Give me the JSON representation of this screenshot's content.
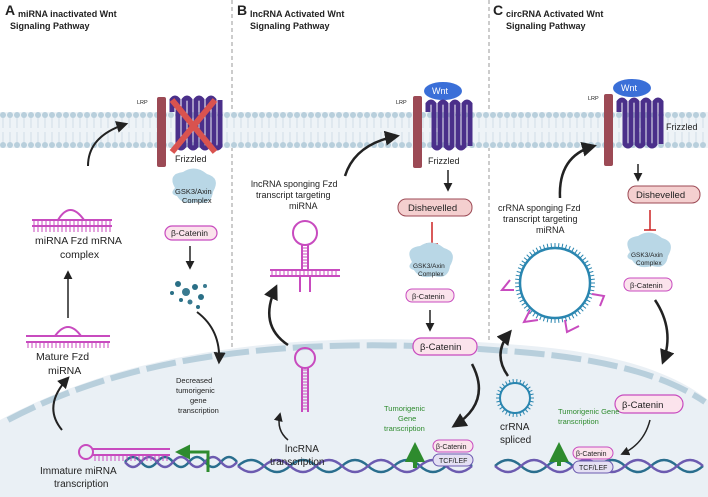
{
  "panels": [
    {
      "letter": "A",
      "title_line1": "miRNA inactivated Wnt",
      "title_line2": "Signaling Pathway",
      "lrp": "LRP",
      "frizzled": "Frizzled",
      "gsk_line1": "GSK3/Axin",
      "gsk_line2": "Complex",
      "catenin": "β-Catenin",
      "complex_line1": "miRNA Fzd mRNA",
      "complex_line2": "complex",
      "mature_line1": "Mature Fzd",
      "mature_line2": "miRNA",
      "decreased_line1": "Decreased",
      "decreased_line2": "tumorigenic",
      "decreased_line3": "gene",
      "decreased_line4": "transcription",
      "immature_line1": "Immature miRNA",
      "immature_line2": "transcription"
    },
    {
      "letter": "B",
      "title_line1": "lncRNA Activated Wnt",
      "title_line2": "Signaling Pathway",
      "lrp": "LRP",
      "wnt": "Wnt",
      "frizzled": "Frizzled",
      "sponge_line1": "lncRNA sponging Fzd",
      "sponge_line2": "transcript targeting",
      "sponge_line3": "miRNA",
      "dishevelled": "Dishevelled",
      "gsk_line1": "GSK3/Axin",
      "gsk_line2": "Complex",
      "catenin_small": "β-Catenin",
      "catenin_nucleus": "β-Catenin",
      "tumor_line1": "Tumorigenic",
      "tumor_line2": "Gene",
      "tumor_line3": "transcription",
      "catenin_dna": "β-Catenin",
      "tcf": "TCF/LEF",
      "lnc_line1": "lncRNA",
      "lnc_line2": "transcription"
    },
    {
      "letter": "C",
      "title_line1": "circRNA Activated Wnt",
      "title_line2": "Signaling Pathway",
      "lrp": "LRP",
      "wnt": "Wnt",
      "frizzled": "Frizzled",
      "sponge_line1": "crRNA sponging Fzd",
      "sponge_line2": "transcript targeting",
      "sponge_line3": "miRNA",
      "dishevelled": "Dishevelled",
      "gsk_line1": "GSK3/Axin",
      "gsk_line2": "Complex",
      "catenin_small": "β-Catenin",
      "catenin_nucleus": "β-Catenin",
      "tumor_line1": "Tumorigenic Gene",
      "tumor_line2": "transcription",
      "catenin_dna": "β-Catenin",
      "tcf": "TCF/LEF",
      "spliced_line1": "crRNA",
      "spliced_line2": "spliced"
    }
  ],
  "colors": {
    "membrane": "#b8cfdc",
    "receptor": "#4a2f8a",
    "lrp": "#9c4a55",
    "wnt": "#3a6fd8",
    "rna": "#c84bbf",
    "circ_rna": "#2a86b0",
    "inhibit": "#cc2222",
    "green_arrow": "#2e8b2e",
    "nucleus": "#eef3f7"
  }
}
